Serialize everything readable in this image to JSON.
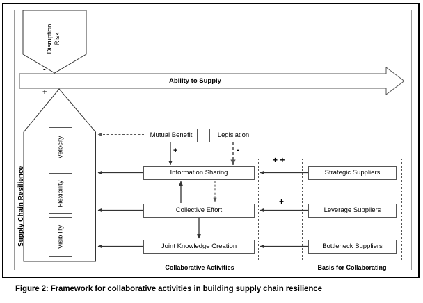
{
  "figure": {
    "caption": "Figure 2: Framework for collaborative activities in building supply chain resilience"
  },
  "nodes": {
    "disruption_risk": "Disruption\nRisk",
    "disruption_risk_line1": "Disruption",
    "disruption_risk_line2": "Risk",
    "ability_to_supply": "Ability to Supply",
    "supply_chain_resilience": "Supply Chain Resilience",
    "velocity": "Velocity",
    "flexibility": "Flexibility",
    "visibility": "Visibility",
    "mutual_benefit": "Mutual Benefit",
    "legislation": "Legislation",
    "information_sharing": "Information Sharing",
    "collective_effort": "Collective Effort",
    "joint_knowledge_creation": "Joint Knowledge Creation",
    "strategic_suppliers": "Strategic Suppliers",
    "leverage_suppliers": "Leverage Suppliers",
    "bottleneck_suppliers": "Bottleneck Suppliers"
  },
  "groups": {
    "collaborative_activities": "Collaborative Activities",
    "basis_for_collaborating": "Basis for Collaborating"
  },
  "signs": {
    "disruption_to_supply": "-",
    "resilience_to_supply": "+",
    "mutual_benefit_to_info": "+",
    "legislation_to_info": "-",
    "strategic_to_info": "+ +",
    "leverage_to_collective": "+"
  },
  "colors": {
    "frame": "#000000",
    "panel_border": "#9a9a9a",
    "box_border": "#555555",
    "line": "#333333",
    "background": "#ffffff"
  },
  "chart_data": {
    "type": "diagram",
    "title": "Framework for collaborative activities in building supply chain resilience",
    "nodes": [
      {
        "id": "disruption_risk",
        "label": "Disruption Risk",
        "shape": "pentagon-down"
      },
      {
        "id": "ability_to_supply",
        "label": "Ability to Supply",
        "shape": "right-arrow"
      },
      {
        "id": "supply_chain_resilience",
        "label": "Supply Chain Resilience",
        "shape": "pentagon-up"
      },
      {
        "id": "velocity",
        "label": "Velocity",
        "shape": "rect",
        "parent": "supply_chain_resilience"
      },
      {
        "id": "flexibility",
        "label": "Flexibility",
        "shape": "rect",
        "parent": "supply_chain_resilience"
      },
      {
        "id": "visibility",
        "label": "Visibility",
        "shape": "rect",
        "parent": "supply_chain_resilience"
      },
      {
        "id": "mutual_benefit",
        "label": "Mutual Benefit",
        "shape": "rect"
      },
      {
        "id": "legislation",
        "label": "Legislation",
        "shape": "rect"
      },
      {
        "id": "information_sharing",
        "label": "Information Sharing",
        "shape": "rect",
        "parent": "collaborative_activities"
      },
      {
        "id": "collective_effort",
        "label": "Collective Effort",
        "shape": "rect",
        "parent": "collaborative_activities"
      },
      {
        "id": "joint_knowledge_creation",
        "label": "Joint Knowledge Creation",
        "shape": "rect",
        "parent": "collaborative_activities"
      },
      {
        "id": "strategic_suppliers",
        "label": "Strategic Suppliers",
        "shape": "rect",
        "parent": "basis_for_collaborating"
      },
      {
        "id": "leverage_suppliers",
        "label": "Leverage Suppliers",
        "shape": "rect",
        "parent": "basis_for_collaborating"
      },
      {
        "id": "bottleneck_suppliers",
        "label": "Bottleneck Suppliers",
        "shape": "rect",
        "parent": "basis_for_collaborating"
      }
    ],
    "edges": [
      {
        "from": "disruption_risk",
        "to": "ability_to_supply",
        "sign": "-",
        "style": "solid"
      },
      {
        "from": "supply_chain_resilience",
        "to": "ability_to_supply",
        "sign": "+",
        "style": "solid"
      },
      {
        "from": "mutual_benefit",
        "to": "supply_chain_resilience",
        "sign": "",
        "style": "dashed"
      },
      {
        "from": "mutual_benefit",
        "to": "information_sharing",
        "sign": "+",
        "style": "solid"
      },
      {
        "from": "legislation",
        "to": "information_sharing",
        "sign": "-",
        "style": "dashed"
      },
      {
        "from": "information_sharing",
        "to": "supply_chain_resilience",
        "sign": "",
        "style": "solid"
      },
      {
        "from": "collective_effort",
        "to": "supply_chain_resilience",
        "sign": "",
        "style": "solid"
      },
      {
        "from": "joint_knowledge_creation",
        "to": "supply_chain_resilience",
        "sign": "",
        "style": "solid"
      },
      {
        "from": "collective_effort",
        "to": "information_sharing",
        "sign": "",
        "style": "solid"
      },
      {
        "from": "information_sharing",
        "to": "collective_effort",
        "sign": "",
        "style": "dashed"
      },
      {
        "from": "collective_effort",
        "to": "joint_knowledge_creation",
        "sign": "",
        "style": "solid"
      },
      {
        "from": "strategic_suppliers",
        "to": "information_sharing",
        "sign": "+ +",
        "style": "solid"
      },
      {
        "from": "leverage_suppliers",
        "to": "collective_effort",
        "sign": "+",
        "style": "solid"
      },
      {
        "from": "bottleneck_suppliers",
        "to": "joint_knowledge_creation",
        "sign": "",
        "style": "solid"
      }
    ]
  }
}
